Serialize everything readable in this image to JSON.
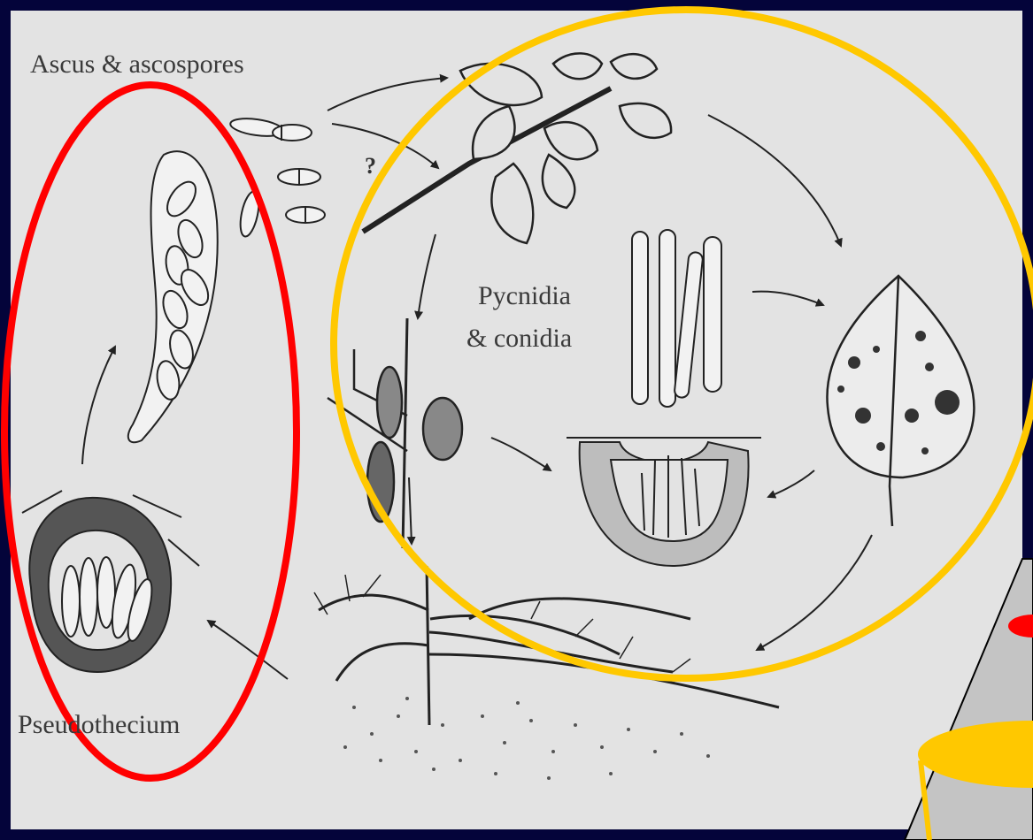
{
  "diagram": {
    "labels": {
      "ascus": "Ascus & ascospores",
      "pycnidia_line1": "Pycnidia",
      "pycnidia_line2": "& conidia",
      "pseudothecium": "Pseudothecium",
      "question": "?"
    },
    "highlights": {
      "sexual_stage_color": "#ff0000",
      "asexual_stage_color": "#ffc800"
    },
    "pedestal_colors": {
      "grey": "#c4c4c4",
      "red": "#ff0000",
      "yellow": "#ffc800"
    }
  }
}
